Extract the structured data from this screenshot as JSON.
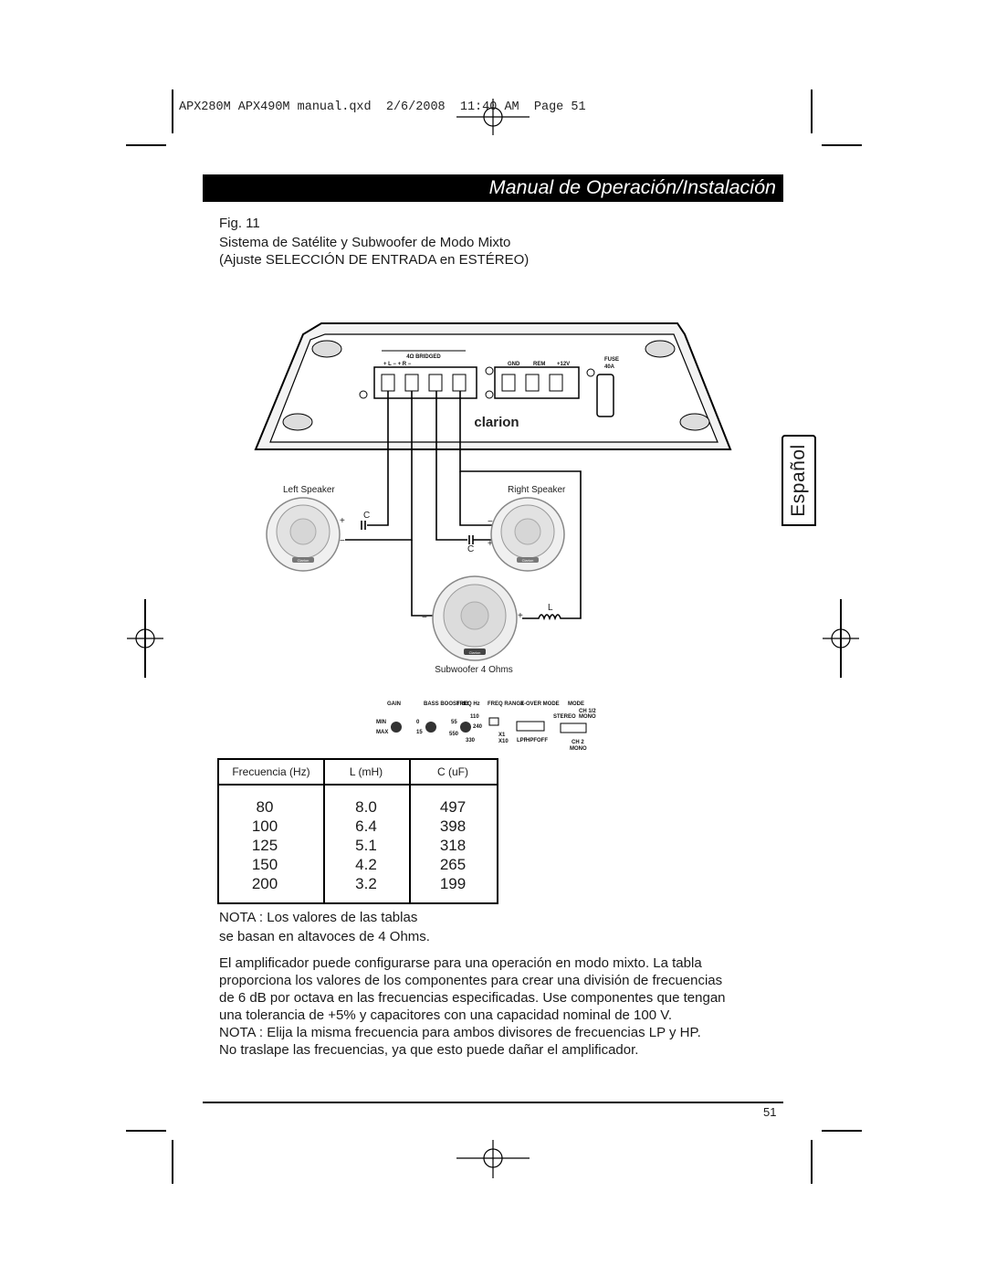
{
  "print_header": "APX280M APX490M manual.qxd  2/6/2008  11:40 AM  Page 51",
  "title_bar": "Manual de Operación/Instalación",
  "side_tab": "Español",
  "figure": {
    "label": "Fig. 11",
    "caption_line1": "Sistema de Satélite y Subwoofer de Modo Mixto",
    "caption_line2": "(Ajuste SELECCIÓN DE ENTRADA en ESTÉREO)"
  },
  "diagram": {
    "bridged_label": "4Ω BRIDGED",
    "terminal_labels": "+  L  −    +  R  −",
    "power_labels": [
      "GND",
      "REM",
      "+12V"
    ],
    "fuse_label": "FUSE",
    "fuse_rating": "40A",
    "brand": "clarion",
    "left_speaker": "Left Speaker",
    "right_speaker": "Right Speaker",
    "subwoofer": "Subwoofer 4 Ohms",
    "capacitor_symbol": "C",
    "inductor_symbol": "L",
    "speaker_badge": "Clarion",
    "controls": {
      "gain": "GAIN",
      "bass_boost": "BASS BOOST dB",
      "freq_hz": "FREQ Hz",
      "freq_range": "FREQ RANGE",
      "x_over_mode": "X-OVER MODE",
      "mode": "MODE",
      "min": "MIN",
      "max": "MAX",
      "boost_0": "0",
      "boost_15": "15",
      "freq_marks": [
        "55",
        "110",
        "240",
        "330",
        "550"
      ],
      "range_x1": "X1",
      "range_x10": "X10",
      "xover_lpf": "LPF",
      "xover_hpf": "HPF",
      "xover_off": "OFF",
      "stereo": "STEREO",
      "mono": "MONO",
      "ch12": "CH 1/2",
      "ch2": "CH 2",
      "ch2_mono": "MONO"
    }
  },
  "table": {
    "headers": [
      "Frecuencia (Hz)",
      "L (mH)",
      "C (uF)"
    ],
    "rows": [
      [
        "80",
        "8.0",
        "497"
      ],
      [
        "100",
        "6.4",
        "398"
      ],
      [
        "125",
        "5.1",
        "318"
      ],
      [
        "150",
        "4.2",
        "265"
      ],
      [
        "200",
        "3.2",
        "199"
      ]
    ]
  },
  "note_table_1": "NOTA : Los valores de las tablas",
  "note_table_2": "se basan en altavoces de 4 Ohms.",
  "body": [
    "El amplificador puede configurarse para una operación en modo mixto. La tabla",
    "proporciona los valores de los componentes para crear una división de frecuencias",
    "de 6 dB por octava en las frecuencias especificadas. Use componentes que tengan",
    "una tolerancia de +5% y capacitores con una capacidad nominal de 100 V.",
    "NOTA : Elija la misma frecuencia para ambos divisores de frecuencias LP y HP.",
    "No traslape las frecuencias, ya que esto puede dañar el amplificador."
  ],
  "page_number": "51"
}
